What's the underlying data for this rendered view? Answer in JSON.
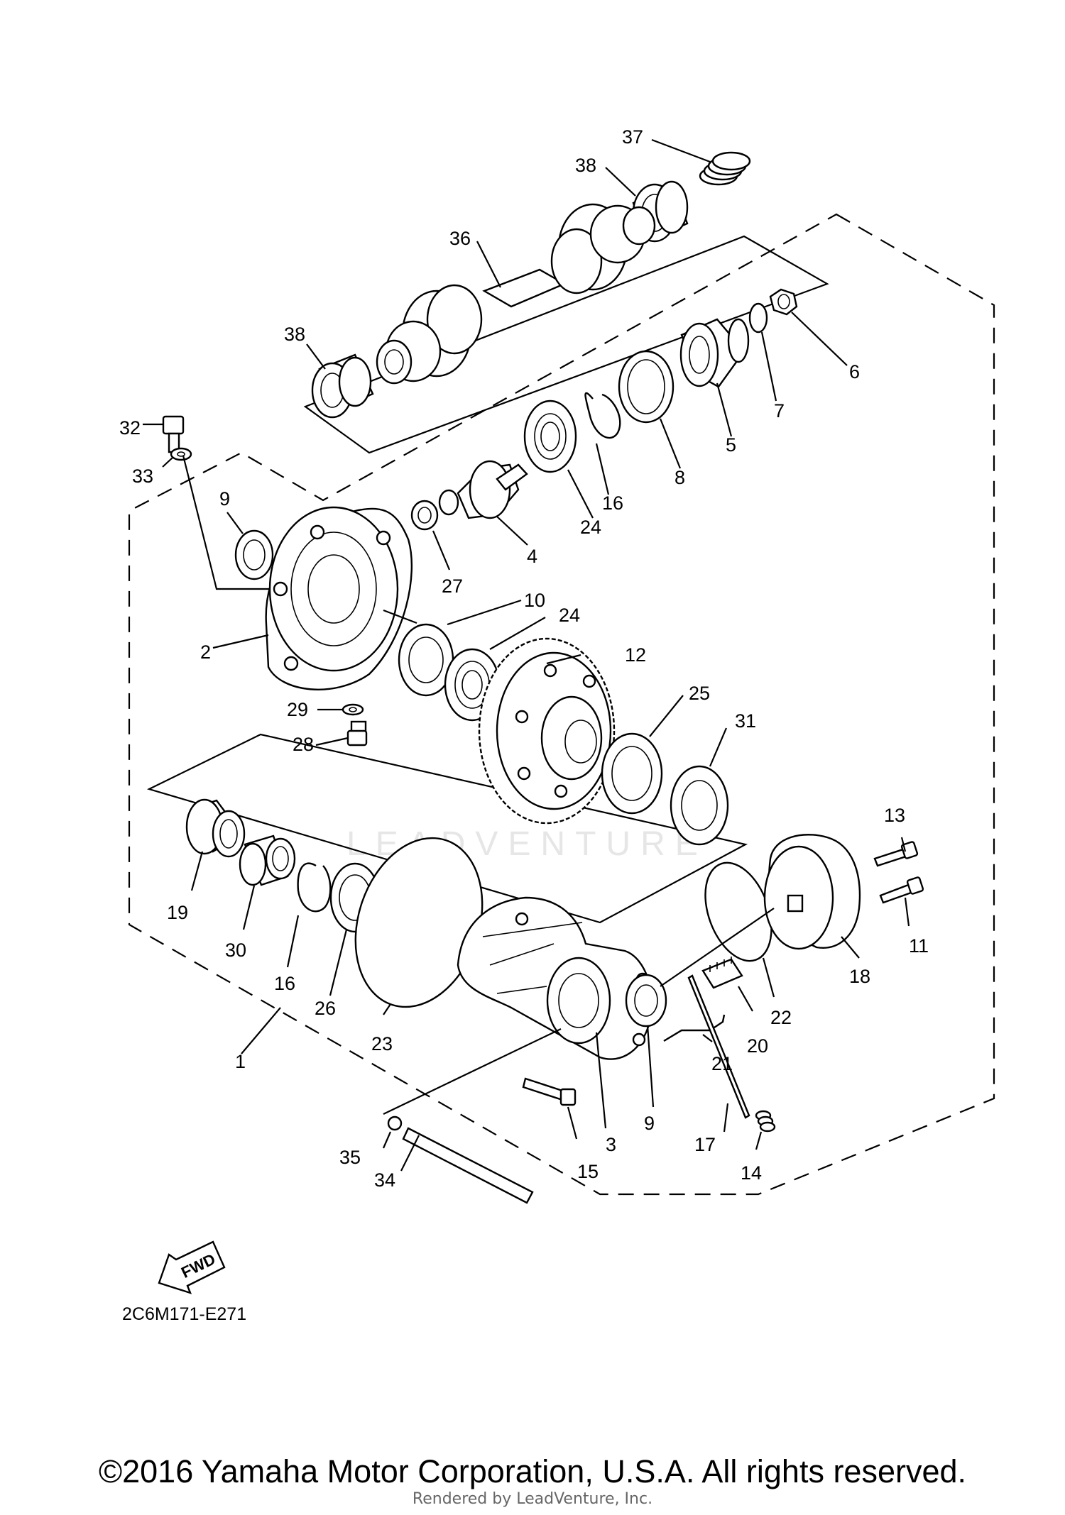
{
  "diagram": {
    "code": "2C6M171-E271",
    "fwd_label": "FWD",
    "watermark": "LEADVENTURE"
  },
  "callouts": [
    "1",
    "2",
    "3",
    "4",
    "5",
    "6",
    "7",
    "8",
    "9",
    "10",
    "11",
    "12",
    "13",
    "14",
    "15",
    "16",
    "17",
    "18",
    "19",
    "20",
    "21",
    "22",
    "23",
    "24",
    "25",
    "26",
    "27",
    "28",
    "29",
    "30",
    "31",
    "32",
    "33",
    "34",
    "35",
    "36",
    "37",
    "38"
  ],
  "footer": {
    "copyright": "©2016 Yamaha Motor Corporation, U.S.A. All rights reserved.",
    "rendered_by": "Rendered by LeadVenture, Inc."
  }
}
